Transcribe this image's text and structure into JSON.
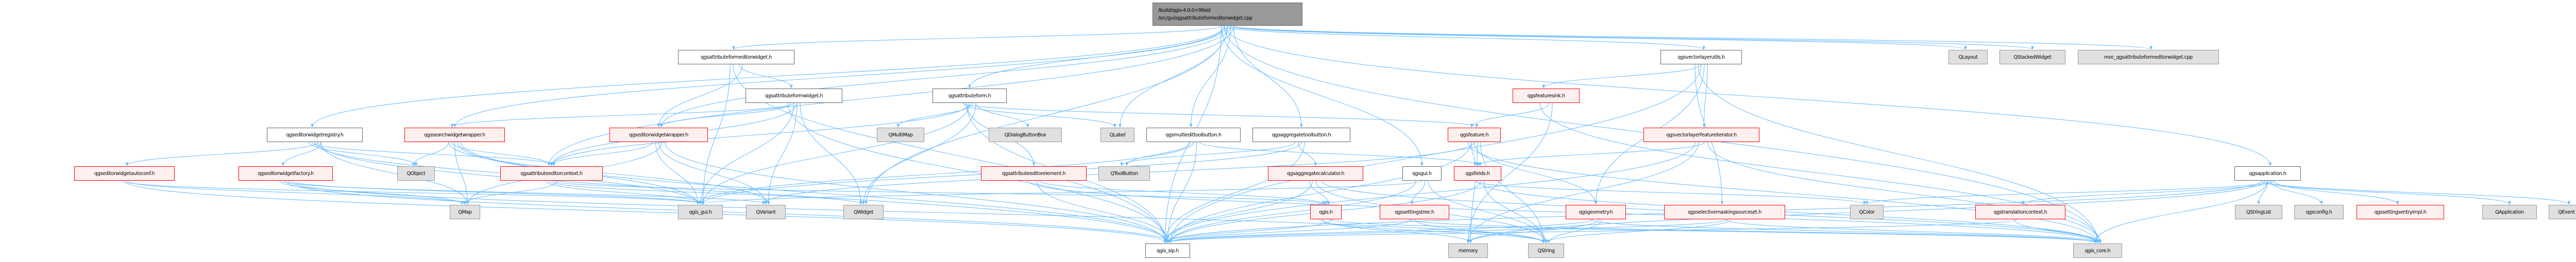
{
  "graph": {
    "root": {
      "line1": "/build/qgis-4.0.0+99sid",
      "line2": "/src/gui/qgsattributeformeditorwidget.cpp"
    },
    "nodes": [
      {
        "id": "afew",
        "label": "qgsattributeformeditorwidget.h",
        "kind": "plain"
      },
      {
        "id": "vlu",
        "label": "qgsvectorlayerutils.h",
        "kind": "plain"
      },
      {
        "id": "qlayout",
        "label": "QLayout",
        "kind": "ext"
      },
      {
        "id": "qstacked",
        "label": "QStackedWidget",
        "kind": "ext"
      },
      {
        "id": "moc",
        "label": "moc_qgsattributeformeditorwidget.cpp",
        "kind": "ext"
      },
      {
        "id": "afw",
        "label": "qgsattributeformwidget.h",
        "kind": "plain"
      },
      {
        "id": "af",
        "label": "qgsattributeform.h",
        "kind": "plain"
      },
      {
        "id": "fsink",
        "label": "qgsfeaturesink.h",
        "kind": "red"
      },
      {
        "id": "ewreg",
        "label": "qgseditorwidgetregistry.h",
        "kind": "plain"
      },
      {
        "id": "sww",
        "label": "qgssearchwidgetwrapper.h",
        "kind": "red"
      },
      {
        "id": "eww",
        "label": "qgseditorwidgetwrapper.h",
        "kind": "red"
      },
      {
        "id": "qmultimap",
        "label": "QMultiMap",
        "kind": "ext"
      },
      {
        "id": "qdbb",
        "label": "QDialogButtonBox",
        "kind": "ext"
      },
      {
        "id": "qlabel",
        "label": "QLabel",
        "kind": "ext"
      },
      {
        "id": "metb",
        "label": "qgsmultiedittoolbutton.h",
        "kind": "plain"
      },
      {
        "id": "agtb",
        "label": "qgsaggregatetoolbutton.h",
        "kind": "plain"
      },
      {
        "id": "feature",
        "label": "qgsfeature.h",
        "kind": "red"
      },
      {
        "id": "vlfi",
        "label": "qgsvectorlayerfeatureiterator.h",
        "kind": "red"
      },
      {
        "id": "ewac",
        "label": "qgseditorwidgetautoconf.h",
        "kind": "red"
      },
      {
        "id": "ewf",
        "label": "qgseditorwidgetfactory.h",
        "kind": "red"
      },
      {
        "id": "qobject",
        "label": "QObject",
        "kind": "ext"
      },
      {
        "id": "aectx",
        "label": "qgsattributeeditorcontext.h",
        "kind": "red"
      },
      {
        "id": "aeel",
        "label": "qgsattributeeditorelement.h",
        "kind": "red"
      },
      {
        "id": "qtoolbutton",
        "label": "QToolButton",
        "kind": "ext"
      },
      {
        "id": "aggcalc",
        "label": "qgsaggregatecalculator.h",
        "kind": "red"
      },
      {
        "id": "gui",
        "label": "qgsgui.h",
        "kind": "plain"
      },
      {
        "id": "fields",
        "label": "qgsfields.h",
        "kind": "red"
      },
      {
        "id": "app",
        "label": "qgsapplication.h",
        "kind": "plain"
      },
      {
        "id": "qmap",
        "label": "QMap",
        "kind": "ext"
      },
      {
        "id": "qgisgui",
        "label": "qgis_gui.h",
        "kind": "ext"
      },
      {
        "id": "qvariant",
        "label": "QVariant",
        "kind": "ext"
      },
      {
        "id": "qwidget",
        "label": "QWidget",
        "kind": "ext"
      },
      {
        "id": "qgis",
        "label": "qgis.h",
        "kind": "red"
      },
      {
        "id": "stree",
        "label": "qgssettingstree.h",
        "kind": "red"
      },
      {
        "id": "geom",
        "label": "qgsgeometry.h",
        "kind": "red"
      },
      {
        "id": "sms",
        "label": "qgsselectivemaskingsourceset.h",
        "kind": "red"
      },
      {
        "id": "qcolor",
        "label": "QColor",
        "kind": "ext"
      },
      {
        "id": "trctx",
        "label": "qgstranslationcontext.h",
        "kind": "red"
      },
      {
        "id": "qstringlist",
        "label": "QStringList",
        "kind": "ext"
      },
      {
        "id": "config",
        "label": "qgsconfig.h",
        "kind": "ext"
      },
      {
        "id": "seimpl",
        "label": "qgssettingsentryimpl.h",
        "kind": "red"
      },
      {
        "id": "qapplication",
        "label": "QApplication",
        "kind": "ext"
      },
      {
        "id": "qevent",
        "label": "QEvent",
        "kind": "ext"
      },
      {
        "id": "qgissip",
        "label": "qgis_sip.h",
        "kind": "plain"
      },
      {
        "id": "memory",
        "label": "memory",
        "kind": "ext"
      },
      {
        "id": "qstring",
        "label": "QString",
        "kind": "ext"
      },
      {
        "id": "qgiscore",
        "label": "qgis_core.h",
        "kind": "ext"
      }
    ],
    "edges": [
      [
        "root",
        "afew"
      ],
      [
        "root",
        "af"
      ],
      [
        "root",
        "qlabel"
      ],
      [
        "root",
        "metb"
      ],
      [
        "root",
        "agtb"
      ],
      [
        "root",
        "vlu"
      ],
      [
        "root",
        "ewreg"
      ],
      [
        "root",
        "sww"
      ],
      [
        "root",
        "eww"
      ],
      [
        "root",
        "aectx"
      ],
      [
        "root",
        "gui"
      ],
      [
        "root",
        "app"
      ],
      [
        "root",
        "qlayout"
      ],
      [
        "root",
        "qstacked"
      ],
      [
        "root",
        "moc"
      ],
      [
        "root",
        "qgissip"
      ],
      [
        "root",
        "qgiscore"
      ],
      [
        "root",
        "qwidget"
      ],
      [
        "afew",
        "afw"
      ],
      [
        "afew",
        "eww"
      ],
      [
        "afew",
        "qgisgui"
      ],
      [
        "afew",
        "qgissip"
      ],
      [
        "afw",
        "qgisgui"
      ],
      [
        "afw",
        "qvariant"
      ],
      [
        "afw",
        "qwidget"
      ],
      [
        "afw",
        "qgissip"
      ],
      [
        "afw",
        "eww"
      ],
      [
        "afw",
        "sww"
      ],
      [
        "afw",
        "aectx"
      ],
      [
        "af",
        "qdbb"
      ],
      [
        "af",
        "qlabel"
      ],
      [
        "af",
        "aeel"
      ],
      [
        "af",
        "qgisgui"
      ],
      [
        "af",
        "qmultimap"
      ],
      [
        "af",
        "qwidget"
      ],
      [
        "af",
        "feature"
      ],
      [
        "af",
        "qgissip"
      ],
      [
        "af",
        "aectx"
      ],
      [
        "ewreg",
        "ewac"
      ],
      [
        "ewreg",
        "ewf"
      ],
      [
        "ewreg",
        "qobject"
      ],
      [
        "ewreg",
        "aectx"
      ],
      [
        "ewreg",
        "qgisgui"
      ],
      [
        "ewreg",
        "qgissip"
      ],
      [
        "ewreg",
        "qmap"
      ],
      [
        "sww",
        "qobject"
      ],
      [
        "sww",
        "aectx"
      ],
      [
        "sww",
        "qmap"
      ],
      [
        "sww",
        "qgisgui"
      ],
      [
        "sww",
        "qgissip"
      ],
      [
        "sww",
        "qvariant"
      ],
      [
        "eww",
        "qgisgui"
      ],
      [
        "eww",
        "qvariant"
      ],
      [
        "eww",
        "qmap"
      ],
      [
        "eww",
        "qgissip"
      ],
      [
        "eww",
        "aectx"
      ],
      [
        "ewac",
        "qgisgui"
      ],
      [
        "ewac",
        "qgissip"
      ],
      [
        "ewac",
        "qmap"
      ],
      [
        "ewf",
        "qgisgui"
      ],
      [
        "ewf",
        "qmap"
      ],
      [
        "ewf",
        "qvariant"
      ],
      [
        "ewf",
        "qgissip"
      ],
      [
        "ewf",
        "qstring"
      ],
      [
        "aectx",
        "qmap"
      ],
      [
        "aectx",
        "qgisgui"
      ],
      [
        "aectx",
        "qwidget"
      ],
      [
        "aectx",
        "qgis"
      ],
      [
        "aeel",
        "qgissip"
      ],
      [
        "aeel",
        "qgis"
      ],
      [
        "aeel",
        "qgiscore"
      ],
      [
        "metb",
        "qtoolbutton"
      ],
      [
        "metb",
        "qgisgui"
      ],
      [
        "metb",
        "qgissip"
      ],
      [
        "metb",
        "fields"
      ],
      [
        "agtb",
        "qtoolbutton"
      ],
      [
        "agtb",
        "aggcalc"
      ],
      [
        "agtb",
        "qgisgui"
      ],
      [
        "agtb",
        "qgissip"
      ],
      [
        "aggcalc",
        "qgiscore"
      ],
      [
        "aggcalc",
        "qgis"
      ],
      [
        "aggcalc",
        "qgissip"
      ],
      [
        "aggcalc",
        "qstring"
      ],
      [
        "qgis",
        "qgiscore"
      ],
      [
        "qgis",
        "qgissip"
      ],
      [
        "qgis",
        "qstring"
      ],
      [
        "qgis",
        "memory"
      ],
      [
        "vlu",
        "fsink"
      ],
      [
        "vlu",
        "geom"
      ],
      [
        "vlu",
        "vlfi"
      ],
      [
        "vlu",
        "sms"
      ],
      [
        "vlu",
        "qgiscore"
      ],
      [
        "vlu",
        "qgissip"
      ],
      [
        "fsink",
        "feature"
      ],
      [
        "fsink",
        "memory"
      ],
      [
        "fsink",
        "qgiscore"
      ],
      [
        "feature",
        "fields"
      ],
      [
        "feature",
        "geom"
      ],
      [
        "feature",
        "memory"
      ],
      [
        "feature",
        "qstring"
      ],
      [
        "feature",
        "qgiscore"
      ],
      [
        "feature",
        "qgissip"
      ],
      [
        "feature",
        "qvariant"
      ],
      [
        "vlfi",
        "fields"
      ],
      [
        "vlfi",
        "qgiscore"
      ],
      [
        "vlfi",
        "qgissip"
      ],
      [
        "vlfi",
        "memory"
      ],
      [
        "gui",
        "qgisgui"
      ],
      [
        "gui",
        "stree"
      ],
      [
        "gui",
        "qstring"
      ],
      [
        "gui",
        "qgissip"
      ],
      [
        "fields",
        "qcolor"
      ],
      [
        "fields",
        "qgiscore"
      ],
      [
        "fields",
        "qgissip"
      ],
      [
        "fields",
        "qstring"
      ],
      [
        "stree",
        "qgiscore"
      ],
      [
        "stree",
        "qgissip"
      ],
      [
        "stree",
        "qstring"
      ],
      [
        "geom",
        "memory"
      ],
      [
        "geom",
        "qstring"
      ],
      [
        "geom",
        "qgiscore"
      ],
      [
        "geom",
        "qgissip"
      ],
      [
        "sms",
        "qgiscore"
      ],
      [
        "sms",
        "qgissip"
      ],
      [
        "sms",
        "qstring"
      ],
      [
        "trctx",
        "qgiscore"
      ],
      [
        "trctx",
        "qgissip"
      ],
      [
        "app",
        "qstringlist"
      ],
      [
        "app",
        "config"
      ],
      [
        "app",
        "seimpl"
      ],
      [
        "app",
        "qapplication"
      ],
      [
        "app",
        "qevent"
      ],
      [
        "app",
        "qgiscore"
      ],
      [
        "app",
        "qcolor"
      ],
      [
        "app",
        "trctx"
      ],
      [
        "app",
        "qgissip"
      ],
      [
        "app",
        "memory"
      ]
    ]
  },
  "colors": {
    "edge": "#63b8ff",
    "red_border": "#ff0000",
    "red_fill": "#fff0f0",
    "ext_fill": "#e0e0e0",
    "root_fill": "#999999"
  }
}
